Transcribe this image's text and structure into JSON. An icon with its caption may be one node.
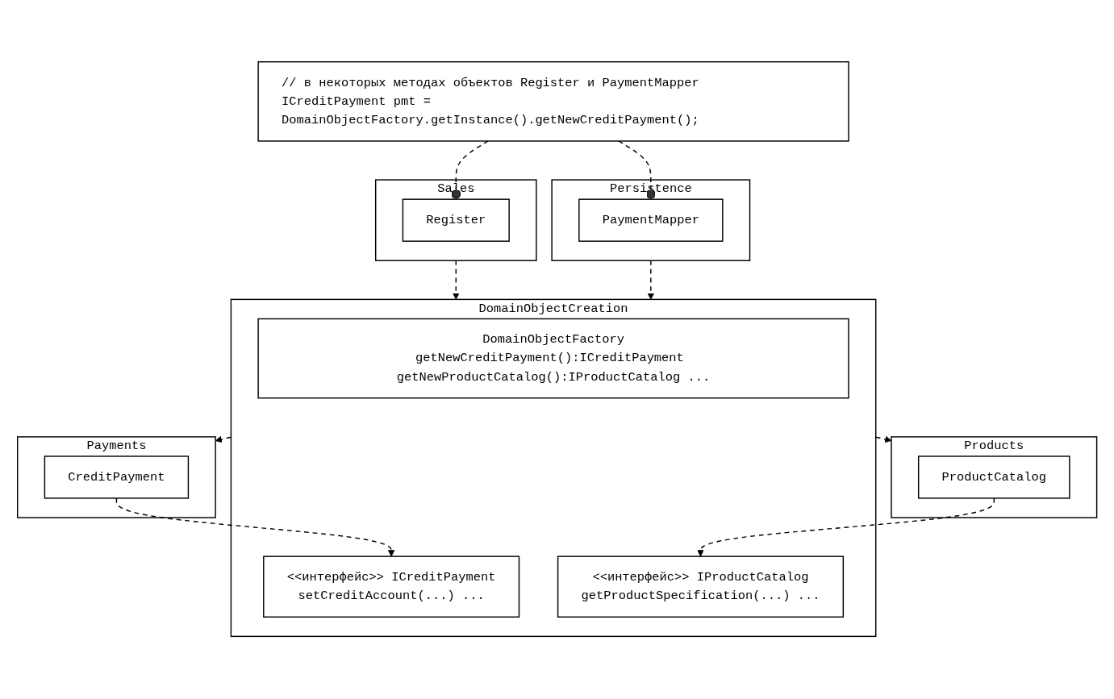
{
  "diagram": {
    "nodes": [
      {
        "text": [
          "// в некоторых методах объектов Register и PaymentMapper",
          "ICreditPayment pmt = DomainObjectFactory.getInstance().getNewCreditPayment();"
        ]
      },
      {
        "text": [
          "Sales"
        ]
      },
      {
        "text": [
          "Register"
        ],
        "in": 1
      },
      {
        "text": [
          "Persistence"
        ]
      },
      {
        "text": [
          "PaymentMapper"
        ],
        "in": 3
      },
      {
        "text": [
          "DomainObjectCreation"
        ]
      },
      {
        "text": [
          "DomainObjectFactory",
          "getNewCreditPayment():ICreditPayment getNewProductCatalog():IProductCatalog ..."
        ],
        "in": 5
      },
      {
        "text": [
          "<<интерфейс>> ICreditPayment",
          "setCreditAccount(...) ..."
        ],
        "in": 5
      },
      {
        "text": [
          "<<интерфейс>> IProductCatalog",
          "getProductSpecification(...) ..."
        ],
        "in": 5
      },
      {
        "text": [
          "Payments"
        ]
      },
      {
        "text": [
          "CreditPayment"
        ],
        "in": 9
      },
      {
        "text": [
          "Products"
        ]
      },
      {
        "text": [
          "ProductCatalog"
        ],
        "in": 11
      }
    ],
    "edges": [
      {
        "from": 0,
        "to": 2,
        "arrow": "other",
        "style": "dashed"
      },
      {
        "from": 0,
        "to": 4,
        "arrow": "other",
        "style": "dashed"
      },
      {
        "from": 1,
        "to": 5,
        "arrow": "to",
        "style": "dashed"
      },
      {
        "from": 3,
        "to": 5,
        "arrow": "to",
        "style": "dashed"
      },
      {
        "from": 5,
        "to": 9,
        "arrow": "to",
        "style": "dashed"
      },
      {
        "from": 10,
        "to": 7,
        "arrow": "to",
        "style": "dashed"
      },
      {
        "from": 5,
        "to": 11,
        "arrow": "to",
        "style": "dashed"
      },
      {
        "from": 12,
        "to": 8,
        "arrow": "to",
        "style": "dashed"
      }
    ]
  }
}
